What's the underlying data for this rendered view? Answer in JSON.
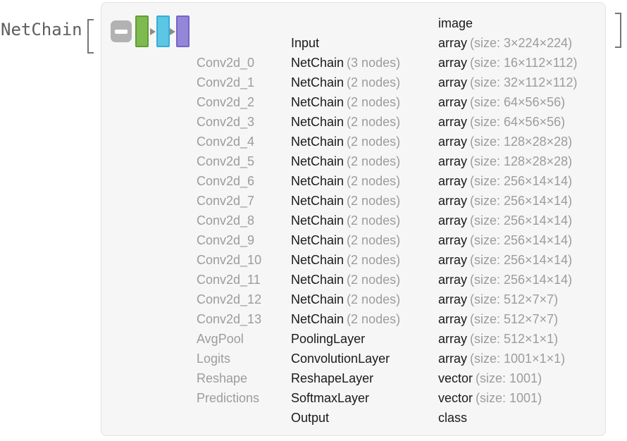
{
  "expression": {
    "head": "NetChain",
    "open_bracket": "[",
    "close_bracket": "]"
  },
  "panel": {
    "background_color": "#f6f6f6",
    "minimize_button_color": "#b2b2b2",
    "arrow_color": "#8b8b8b",
    "thumbnails": [
      {
        "label": "green-layer",
        "fill": "#7fba51",
        "border": "#5f9e33"
      },
      {
        "label": "blue-layer",
        "fill": "#5cc6e4",
        "border": "#35aed6"
      },
      {
        "label": "purple-layer",
        "fill": "#9487d9",
        "border": "#7466c8"
      }
    ],
    "text_colors": {
      "primary": "#1a1a1a",
      "secondary": "#9c9c9c"
    },
    "rows": [
      {
        "name": "",
        "type": "",
        "type_note": "",
        "output": "image",
        "output_note": ""
      },
      {
        "name": "",
        "type": "Input",
        "type_note": "",
        "output": "array",
        "output_note": "(size: 3×224×224)"
      },
      {
        "name": "Conv2d_0",
        "type": "NetChain",
        "type_note": "(3 nodes)",
        "output": "array",
        "output_note": "(size: 16×112×112)"
      },
      {
        "name": "Conv2d_1",
        "type": "NetChain",
        "type_note": "(2 nodes)",
        "output": "array",
        "output_note": "(size: 32×112×112)"
      },
      {
        "name": "Conv2d_2",
        "type": "NetChain",
        "type_note": "(2 nodes)",
        "output": "array",
        "output_note": "(size: 64×56×56)"
      },
      {
        "name": "Conv2d_3",
        "type": "NetChain",
        "type_note": "(2 nodes)",
        "output": "array",
        "output_note": "(size: 64×56×56)"
      },
      {
        "name": "Conv2d_4",
        "type": "NetChain",
        "type_note": "(2 nodes)",
        "output": "array",
        "output_note": "(size: 128×28×28)"
      },
      {
        "name": "Conv2d_5",
        "type": "NetChain",
        "type_note": "(2 nodes)",
        "output": "array",
        "output_note": "(size: 128×28×28)"
      },
      {
        "name": "Conv2d_6",
        "type": "NetChain",
        "type_note": "(2 nodes)",
        "output": "array",
        "output_note": "(size: 256×14×14)"
      },
      {
        "name": "Conv2d_7",
        "type": "NetChain",
        "type_note": "(2 nodes)",
        "output": "array",
        "output_note": "(size: 256×14×14)"
      },
      {
        "name": "Conv2d_8",
        "type": "NetChain",
        "type_note": "(2 nodes)",
        "output": "array",
        "output_note": "(size: 256×14×14)"
      },
      {
        "name": "Conv2d_9",
        "type": "NetChain",
        "type_note": "(2 nodes)",
        "output": "array",
        "output_note": "(size: 256×14×14)"
      },
      {
        "name": "Conv2d_10",
        "type": "NetChain",
        "type_note": "(2 nodes)",
        "output": "array",
        "output_note": "(size: 256×14×14)"
      },
      {
        "name": "Conv2d_11",
        "type": "NetChain",
        "type_note": "(2 nodes)",
        "output": "array",
        "output_note": "(size: 256×14×14)"
      },
      {
        "name": "Conv2d_12",
        "type": "NetChain",
        "type_note": "(2 nodes)",
        "output": "array",
        "output_note": "(size: 512×7×7)"
      },
      {
        "name": "Conv2d_13",
        "type": "NetChain",
        "type_note": "(2 nodes)",
        "output": "array",
        "output_note": "(size: 512×7×7)"
      },
      {
        "name": "AvgPool",
        "type": "PoolingLayer",
        "type_note": "",
        "output": "array",
        "output_note": "(size: 512×1×1)"
      },
      {
        "name": "Logits",
        "type": "ConvolutionLayer",
        "type_note": "",
        "output": "array",
        "output_note": "(size: 1001×1×1)"
      },
      {
        "name": "Reshape",
        "type": "ReshapeLayer",
        "type_note": "",
        "output": "vector",
        "output_note": "(size: 1001)"
      },
      {
        "name": "Predictions",
        "type": "SoftmaxLayer",
        "type_note": "",
        "output": "vector",
        "output_note": "(size: 1001)"
      },
      {
        "name": "",
        "type": "Output",
        "type_note": "",
        "output": "class",
        "output_note": ""
      }
    ]
  }
}
